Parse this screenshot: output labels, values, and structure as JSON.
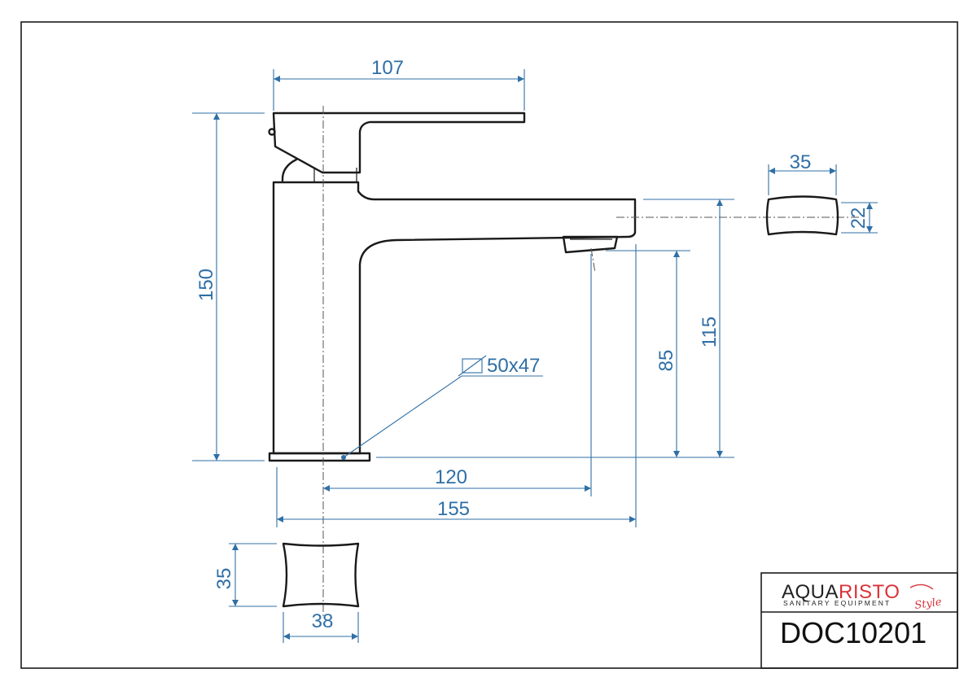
{
  "dimensions": {
    "handle_length": "107",
    "total_height": "150",
    "handle_width": "35",
    "spout_thickness": "22",
    "spout_outlet_height": "115",
    "outlet_clearance": "85",
    "base_size": "50x47",
    "spout_reach": "120",
    "overall_depth": "155",
    "body_depth": "35",
    "body_width": "38"
  },
  "title_block": {
    "brand_part_1": "AQUA",
    "brand_part_2": "RISTO",
    "brand_subtitle": "SANITARY EQUIPMENT",
    "brand_script": "Style",
    "document_number": "DOC10201"
  },
  "colors": {
    "dimension": "#2f6fa6",
    "outline": "#1a1a1a",
    "brand_accent": "#d8333a"
  }
}
